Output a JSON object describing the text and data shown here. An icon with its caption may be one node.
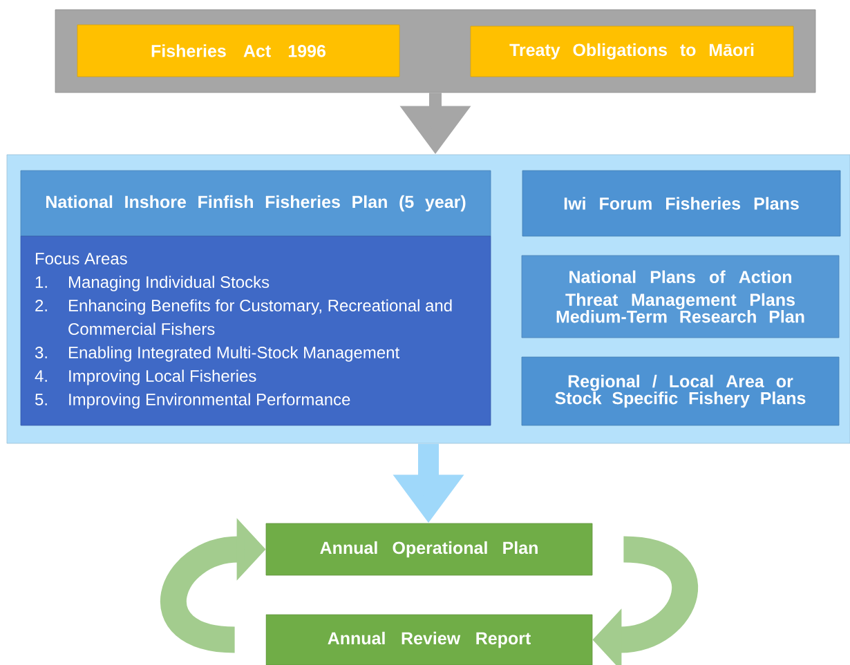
{
  "diagram": {
    "nodes": [
      {
        "text": [],
        "shape": "box"
      },
      {
        "text": [
          "Fisheries Act 1996"
        ],
        "in": 0
      },
      {
        "text": [
          "Treaty Obligations to Māori"
        ],
        "in": 0
      },
      {
        "text": [],
        "shape": "box"
      },
      {
        "text": [
          "National Inshore Finfish Fisheries Plan (5 year)"
        ],
        "in": 3
      },
      {
        "text": [
          "Focus Areas",
          "1.",
          "Managing Individual Stocks",
          "2.",
          "Enhancing Benefits for Customary, Recreational and Commercial Fishers",
          "3.",
          "Enabling Integrated Multi-Stock Management",
          "4.",
          "Improving Local Fisheries",
          "5.",
          "Improving Environmental Performance"
        ],
        "in": 3
      },
      {
        "text": [
          "Iwi Forum Fisheries Plans"
        ],
        "in": 3
      },
      {
        "text": [
          "National Plans of Action",
          "Threat Management Plans",
          "Medium-Term Research Plan"
        ],
        "in": 3
      },
      {
        "text": [
          "Regional / Local Area or Stock Specific Fishery Plans"
        ],
        "in": 3
      },
      {
        "text": [
          "Annual Operational Plan"
        ]
      },
      {
        "text": [
          "Annual Review Report"
        ]
      }
    ],
    "edges": [
      {
        "from": 0,
        "to": 3,
        "arrow": "to",
        "color": "#a6a6a6"
      },
      {
        "from": 3,
        "to": 9,
        "arrow": "to",
        "color": "#9fd8fa"
      },
      {
        "from": 9,
        "to": 10,
        "arrow": "to",
        "color": "#a3cc8e"
      },
      {
        "from": 10,
        "to": 9,
        "arrow": "to",
        "color": "#a3cc8e"
      }
    ]
  }
}
